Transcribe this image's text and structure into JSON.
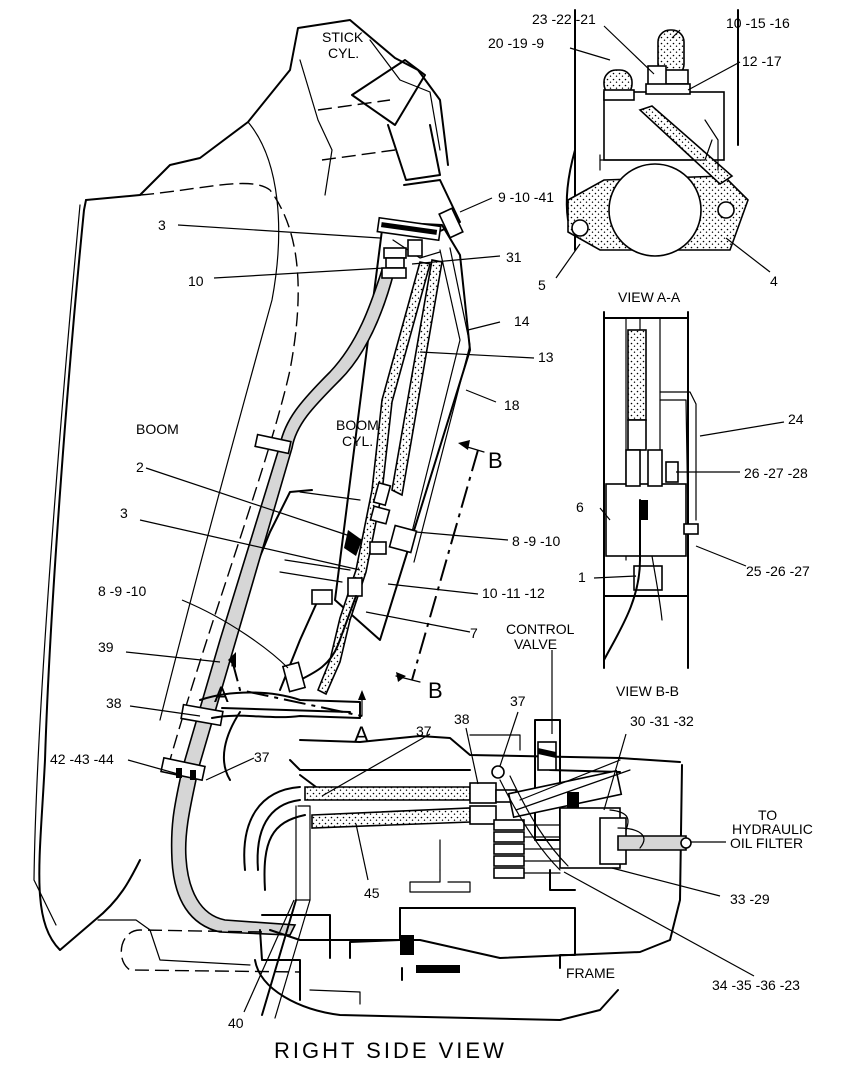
{
  "title": "RIGHT SIDE VIEW",
  "callouts": {
    "c_10_15_16": "10 -15 -16",
    "c_23_22_21": "23 -22 -21",
    "c_20_19_9": "20 -19 -9",
    "c_12_17": "12 -17",
    "c_5": "5",
    "c_4": "4",
    "c_9_10_41": "9 -10 -41",
    "c_3_top": "3",
    "c_31": "31",
    "c_10_top": "10",
    "c_14": "14",
    "c_13": "13",
    "c_18": "18",
    "c_24": "24",
    "c_2": "2",
    "c_3_mid": "3",
    "c_26_27_28": "26 -27 -28",
    "c_6": "6",
    "c_8_9_10_right": "8 -9 -10",
    "c_25_26_27": "25 -26 -27",
    "c_1": "1",
    "c_10_11_12": "10 -11 -12",
    "c_8_9_10_left": "8 -9 -10",
    "c_7": "7",
    "c_39": "39",
    "c_38_left": "38",
    "c_37_a": "37",
    "c_38_mid": "38",
    "c_37_b": "37",
    "c_30_31_32": "30 -31 -32",
    "c_42_43_44": "42 -43 -44",
    "c_37_c": "37",
    "c_45": "45",
    "c_33_29": "33 -29",
    "c_34_35_36_23": "34 -35 -36 -23",
    "c_40": "40"
  },
  "labels": {
    "stick_cyl_1": "STICK",
    "stick_cyl_2": "CYL.",
    "boom": "BOOM",
    "boom_cyl_1": "BOOM",
    "boom_cyl_2": "CYL.",
    "view_aa": "VIEW  A-A",
    "view_bb": "VIEW  B-B",
    "control_valve_1": "CONTROL",
    "control_valve_2": "VALVE",
    "to_filter_1": "TO",
    "to_filter_2": "HYDRAULIC",
    "to_filter_3": "OIL FILTER",
    "frame": "FRAME",
    "sec_a_1": "A",
    "sec_a_2": "A",
    "sec_b_1": "B",
    "sec_b_2": "B"
  }
}
